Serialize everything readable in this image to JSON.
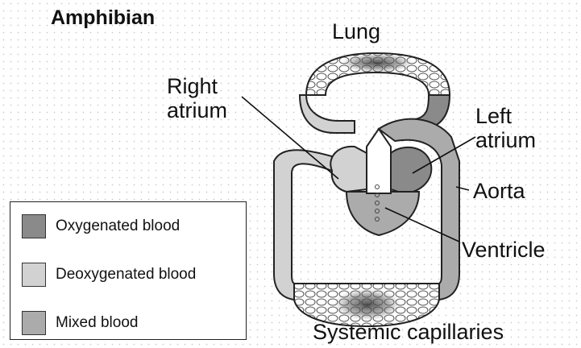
{
  "title": "Amphibian",
  "labels": {
    "lung": "Lung",
    "right_atrium": [
      "Right",
      "atrium"
    ],
    "left_atrium": [
      "Left",
      "atrium"
    ],
    "aorta": "Aorta",
    "ventricle": "Ventricle",
    "systemic_capillaries": "Systemic capillaries"
  },
  "legend": [
    {
      "label": "Oxygenated blood",
      "color": "#8a8a8a"
    },
    {
      "label": "Deoxygenated blood",
      "color": "#d2d2d2"
    },
    {
      "label": "Mixed blood",
      "color": "#ababab"
    }
  ]
}
